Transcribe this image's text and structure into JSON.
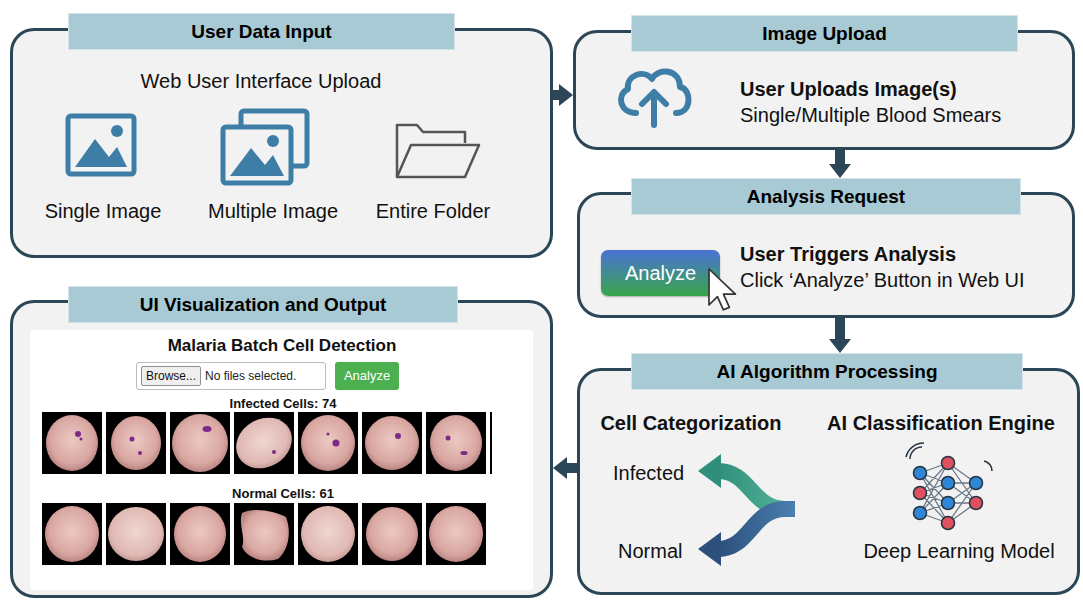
{
  "diagram": {
    "nodes": [
      {
        "text": [
          "User Data Input",
          "Web User Interface Upload",
          "Single Image",
          "Multiple Image",
          "Entire Folder"
        ]
      },
      {
        "text": [
          "Image Upload",
          "User Uploads Image(s)",
          "Single/Multiple Blood Smears"
        ]
      },
      {
        "text": [
          "Analysis Request",
          "User Triggers Analysis",
          "Click ‘Analyze’ Button in Web UI"
        ]
      },
      {
        "text": [
          "Analyze"
        ],
        "in": 2
      },
      {
        "text": [
          "AI Algorithm Processing",
          "Cell Categorization",
          "AI Classification Engine",
          "Infected",
          "Normal",
          "Deep Learning Model"
        ]
      },
      {
        "text": [
          "UI Visualization and Output"
        ]
      },
      {
        "text": [
          "Malaria Batch Cell Detection",
          "Infected Cells: 74",
          "Normal Cells: 61"
        ],
        "in": 5
      },
      {
        "text": [
          "No files selected."
        ],
        "in": 6
      },
      {
        "text": [
          "Browse..."
        ],
        "in": 7
      },
      {
        "text": [
          "Analyze"
        ],
        "in": 6
      }
    ],
    "edges": [
      {
        "from": 0,
        "to": 1,
        "arrow": "to"
      },
      {
        "from": 1,
        "to": 2,
        "arrow": "to"
      },
      {
        "from": 2,
        "to": 4,
        "arrow": "to"
      },
      {
        "from": 4,
        "to": 5,
        "arrow": "to"
      }
    ]
  }
}
